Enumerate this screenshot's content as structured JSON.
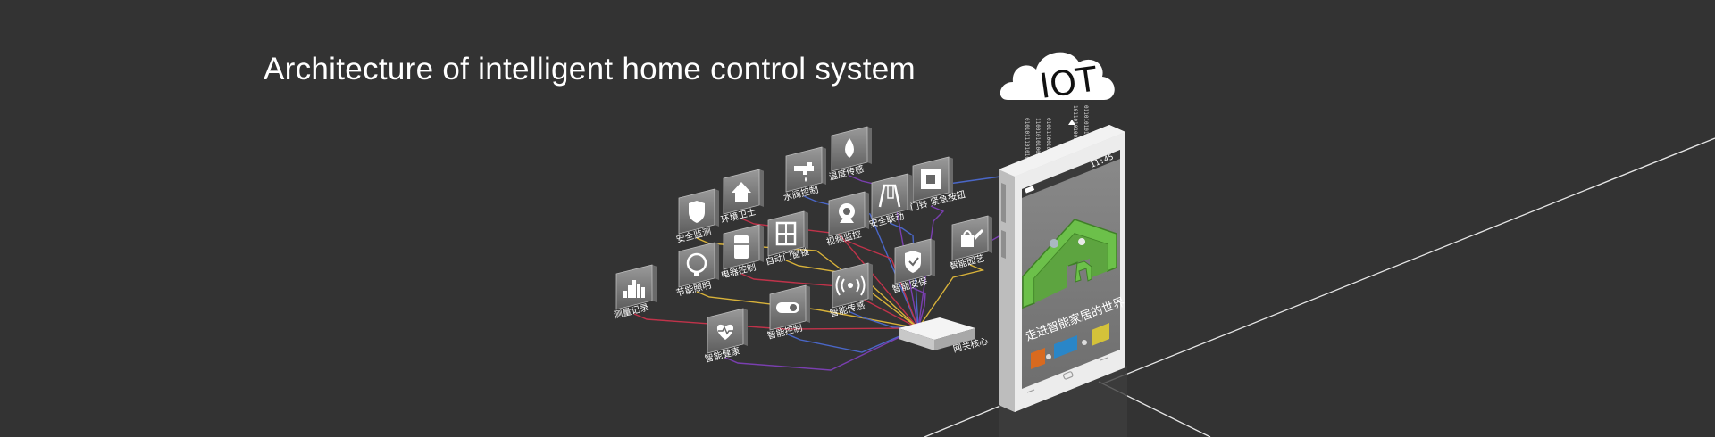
{
  "title": "Architecture of intelligent home control system",
  "cloud_label": "IOT",
  "phone": {
    "slogan": "走进智能家居的世界",
    "status_time": "11:45"
  },
  "gateway_label": "网关核心",
  "modules": [
    {
      "id": "安全监测",
      "label": "安全监测",
      "icon": "shield-icon"
    },
    {
      "id": "环境卫士",
      "label": "环境卫士",
      "icon": "house-icon"
    },
    {
      "id": "水阀控制",
      "label": "水阀控制",
      "icon": "faucet-icon"
    },
    {
      "id": "温度传感",
      "label": "温度传感",
      "icon": "drop-icon"
    },
    {
      "id": "自动门窗锁",
      "label": "自动门窗锁",
      "icon": "window-icon"
    },
    {
      "id": "视频监控",
      "label": "视频监控",
      "icon": "camera-icon"
    },
    {
      "id": "安全联动",
      "label": "安全联动",
      "icon": "swing-icon"
    },
    {
      "id": "门铃紧急按钮",
      "label": "门铃 紧急按钮",
      "icon": "button-icon"
    },
    {
      "id": "节能照明",
      "label": "节能照明",
      "icon": "bulb-icon"
    },
    {
      "id": "电器控制",
      "label": "电器控制",
      "icon": "fridge-icon"
    },
    {
      "id": "智能传感",
      "label": "智能传感",
      "icon": "signal-icon"
    },
    {
      "id": "智能安保",
      "label": "智能安保",
      "icon": "guard-shield-icon"
    },
    {
      "id": "智能园艺",
      "label": "智能园艺",
      "icon": "watering-can-icon"
    },
    {
      "id": "测量记录",
      "label": "测量记录",
      "icon": "bar-chart-icon"
    },
    {
      "id": "智能控制",
      "label": "智能控制",
      "icon": "switch-icon"
    },
    {
      "id": "智能健康",
      "label": "智能健康",
      "icon": "heart-icon"
    }
  ],
  "colors": {
    "background": "#333333",
    "accent_green": "#6cc04a",
    "wire_yellow": "#d8b23a",
    "wire_red": "#c0334a",
    "wire_blue": "#4a67c8",
    "wire_purple": "#7a3fb0"
  }
}
